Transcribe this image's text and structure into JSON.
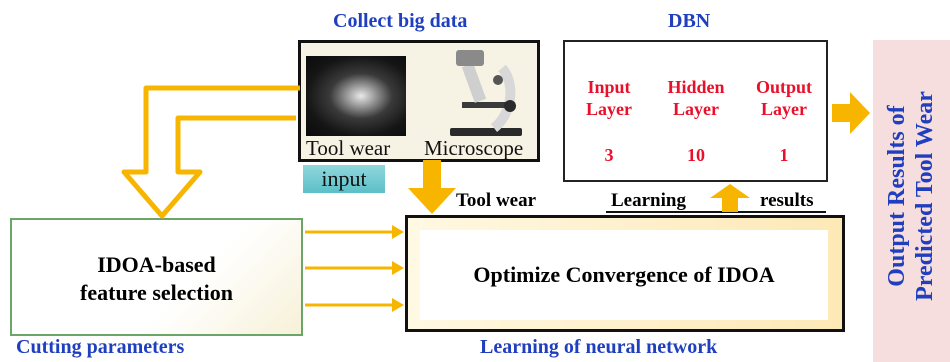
{
  "collect": {
    "title": "Collect big data",
    "wear_label": "Tool wear",
    "microscope_label": "Microscope"
  },
  "input_label": "input",
  "dbn": {
    "title": "DBN",
    "layers": [
      {
        "line1": "Input",
        "line2": "Layer",
        "count": "3"
      },
      {
        "line1": "Hidden",
        "line2": "Layer",
        "count": "10"
      },
      {
        "line1": "Output",
        "line2": "Layer",
        "count": "1"
      }
    ]
  },
  "tool_wear_label": "Tool wear",
  "learning_label": "Learning",
  "results_label": "results",
  "idoa": {
    "line1": "IDOA-based",
    "line2": "feature selection",
    "caption": "Cutting parameters"
  },
  "nn": {
    "text": "Optimize Convergence of IDOA",
    "caption": "Learning of neural network"
  },
  "output": {
    "line1": "Output  Results of",
    "line2": "Predicted Tool Wear"
  },
  "colors": {
    "arrow": "#f7b500",
    "title_blue": "#1f3fbf",
    "layer_red": "#e8102a"
  }
}
